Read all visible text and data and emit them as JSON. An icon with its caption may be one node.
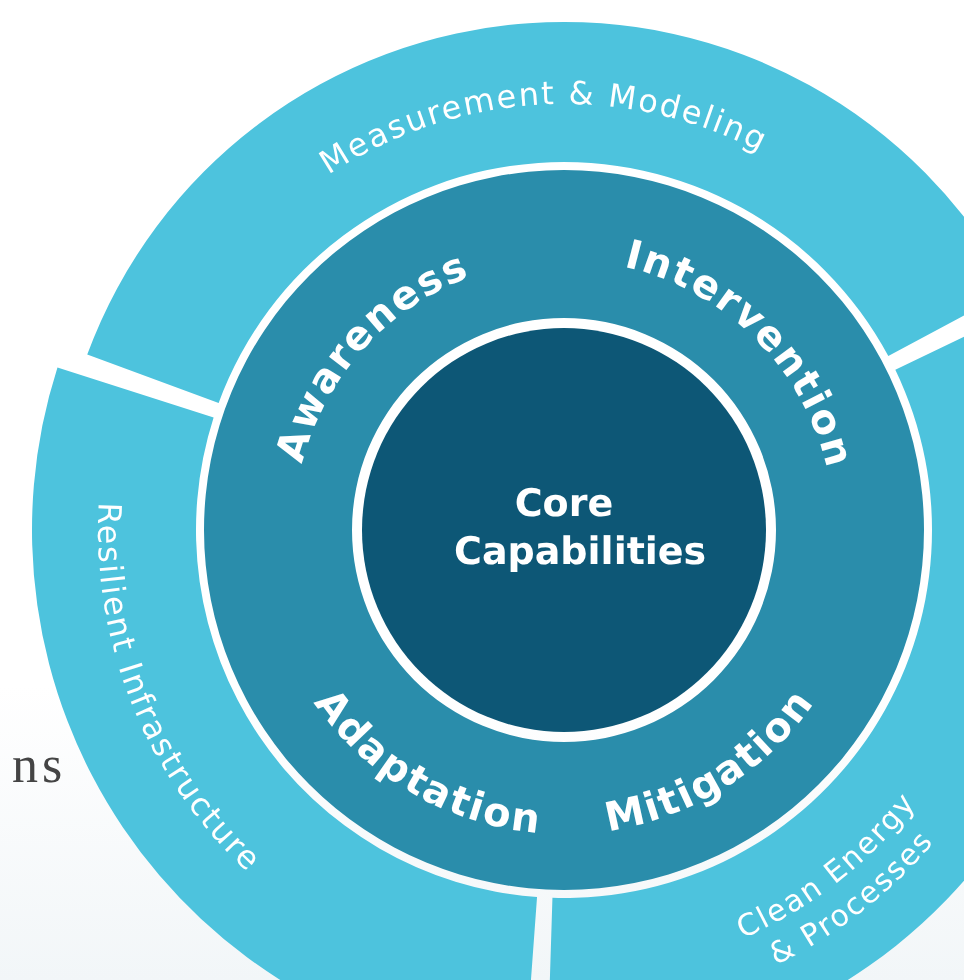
{
  "diagram": {
    "nodes": [
      {
        "text": [
          "Measurement & Modeling"
        ]
      },
      {
        "text": [
          "Awareness",
          "Intervention",
          "Adaptation",
          "Mitigation"
        ]
      },
      {
        "text": [
          "Core Capabilities"
        ],
        "in": 1
      },
      {
        "text": [
          "Resilient Infrastructure"
        ]
      },
      {
        "text": [
          "Clean Energy & Processes"
        ]
      }
    ],
    "labels": [
      "ns"
    ]
  }
}
